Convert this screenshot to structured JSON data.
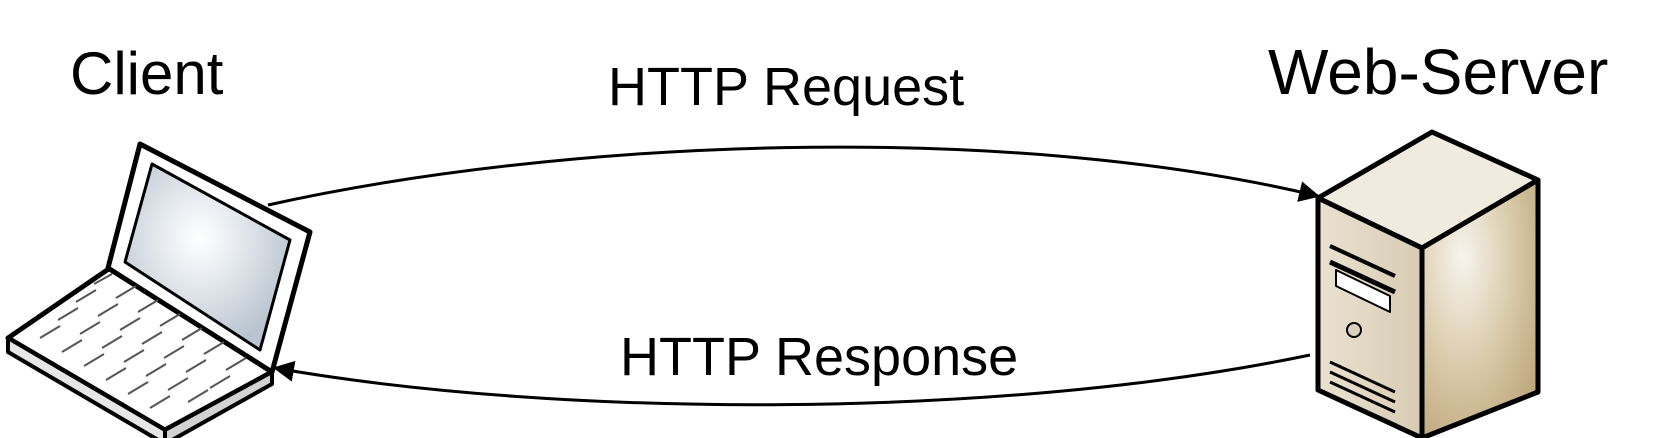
{
  "nodes": {
    "client": {
      "label": "Client",
      "icon": "laptop-icon"
    },
    "server": {
      "label": "Web-Server",
      "icon": "server-tower-icon"
    }
  },
  "edges": {
    "request": {
      "label": "HTTP Request",
      "from": "client",
      "to": "server"
    },
    "response": {
      "label": "HTTP Response",
      "from": "server",
      "to": "client"
    }
  },
  "colors": {
    "stroke": "#000000",
    "laptop_body": "#ffffff",
    "laptop_screen": "#c9d3de",
    "server_front": "#e6dcc8",
    "server_side": "#c9b48e",
    "server_top": "#f1ebdf"
  }
}
